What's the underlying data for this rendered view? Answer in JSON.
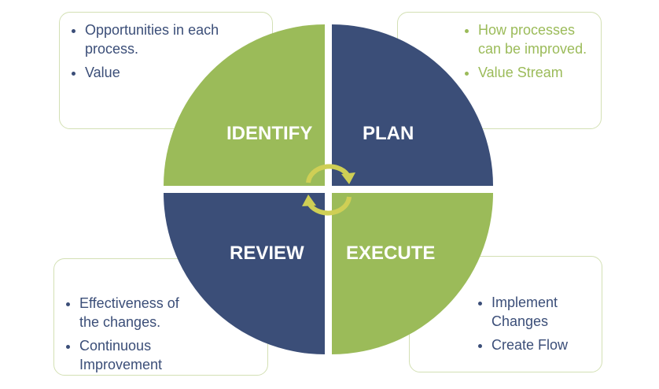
{
  "colors": {
    "green": "#9bbb59",
    "navy": "#3b4e78",
    "arrow": "#cfcf55"
  },
  "quadrants": [
    {
      "label": "IDENTIFY",
      "bullets": [
        "Opportunities in each process.",
        "Value"
      ]
    },
    {
      "label": "PLAN",
      "bullets": [
        "How processes can be improved.",
        "Value Stream"
      ]
    },
    {
      "label": "REVIEW",
      "bullets": [
        "Effectiveness of the changes.",
        "Continuous Improvement"
      ]
    },
    {
      "label": "EXECUTE",
      "bullets": [
        "Implement Changes",
        "Create Flow"
      ]
    }
  ]
}
